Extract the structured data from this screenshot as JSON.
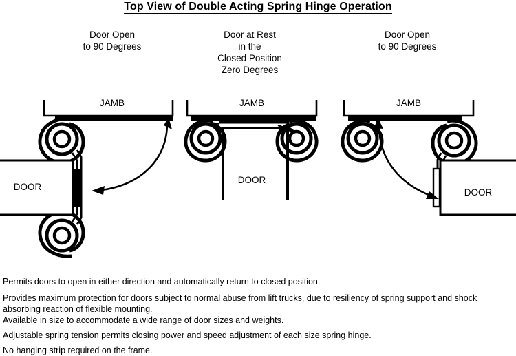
{
  "title": "Top View of Double Acting Spring Hinge Operation",
  "panels": [
    {
      "id": "door-open-left",
      "caption": "Door Open\nto 90 Degrees",
      "jamb_label": "JAMB",
      "door_label": "DOOR",
      "state": "open-90-left",
      "swing_arrow": "double-headed-quarter-arc"
    },
    {
      "id": "door-at-rest",
      "caption": "Door at Rest\nin the\nClosed Position\nZero Degrees",
      "jamb_label": "JAMB",
      "door_label": "DOOR",
      "state": "closed-zero-degrees",
      "swing_arrow": "short-inward-arrows"
    },
    {
      "id": "door-open-right",
      "caption": "Door Open\nto 90 Degrees",
      "jamb_label": "JAMB",
      "door_label": "DOOR",
      "state": "open-90-right",
      "swing_arrow": "double-headed-quarter-arc"
    }
  ],
  "body_text": [
    "Permits doors to open in either direction and automatically return to closed position.",
    "Provides maximum protection for doors subject to normal abuse from lift trucks, due to resiliency of spring support and shock absorbing reaction of flexible mounting.",
    "Available in size to accommodate a wide range of door sizes and weights.",
    "Adjustable spring tension permits closing power and speed adjustment of each size spring hinge.",
    "No hanging strip required on the frame."
  ],
  "colors": {
    "ink": "#000000",
    "background": "#ffffff"
  }
}
